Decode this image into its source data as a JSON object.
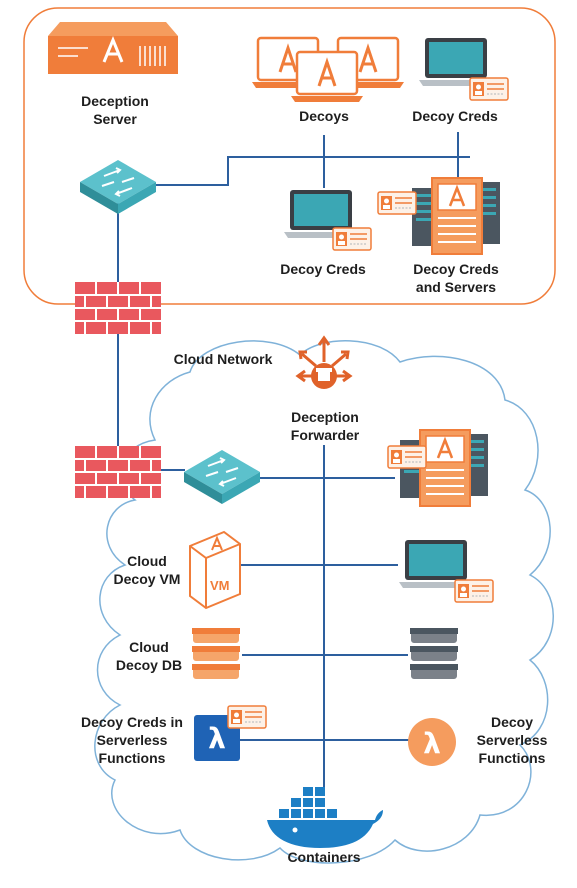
{
  "colors": {
    "orange": "#f07d3a",
    "dark_orange": "#e0622a",
    "blue_line": "#2d5f9e",
    "cloud_stroke": "#7fb2d9",
    "brick": "#e9585e",
    "teal": "#3ba7b4",
    "server_dark": "#4b5660"
  },
  "labels": {
    "deception_server": "Deception\nServer",
    "decoys": "Decoys",
    "decoy_creds_top": "Decoy Creds",
    "decoy_creds_mid": "Decoy Creds",
    "decoy_creds_servers": "Decoy Creds\nand Servers",
    "cloud_network": "Cloud Network",
    "deception_forwarder": "Deception\nForwarder",
    "cloud_decoy_vm": "Cloud\nDecoy VM",
    "cloud_decoy_db": "Cloud\nDecoy DB",
    "decoy_creds_serverless": "Decoy Creds in\nServerless\nFunctions",
    "decoy_serverless_functions": "Decoy\nServerless\nFunctions",
    "containers": "Containers"
  },
  "icons": {
    "vm_text": "VM",
    "lambda": "λ"
  }
}
